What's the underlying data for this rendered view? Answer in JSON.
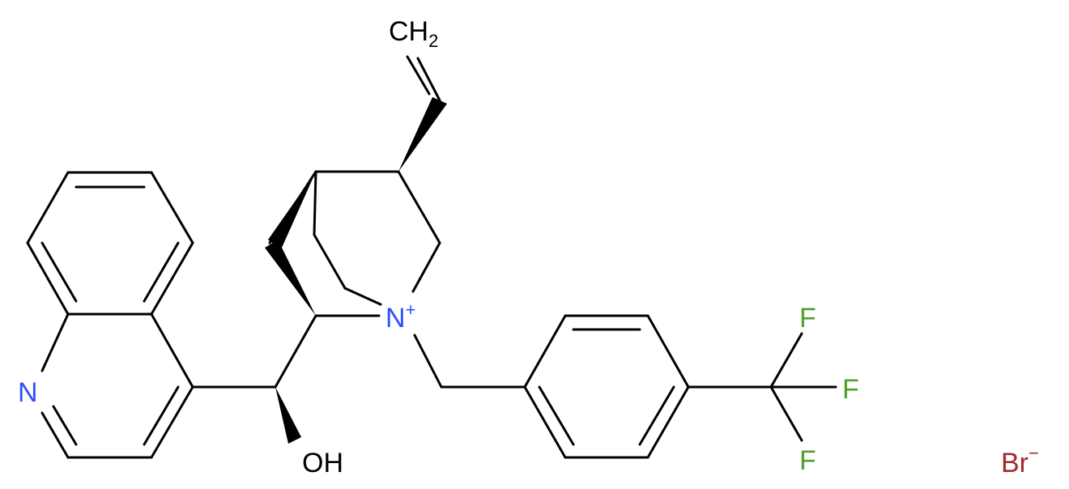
{
  "labels": {
    "vinyl_ch2": "CH",
    "vinyl_ch2_sub": "2",
    "hydroxyl": "OH",
    "quinoline_n": "N",
    "ammonium_n": "N",
    "ammonium_charge": "+",
    "fluorine_1": "F",
    "fluorine_2": "F",
    "fluorine_3": "F",
    "bromide": "Br",
    "bromide_charge": "−"
  },
  "colors": {
    "bond": "#000000",
    "nitrogen": "#3050f8",
    "oxygen": "#000000",
    "fluorine": "#50a030",
    "bromine": "#a52a2a"
  }
}
